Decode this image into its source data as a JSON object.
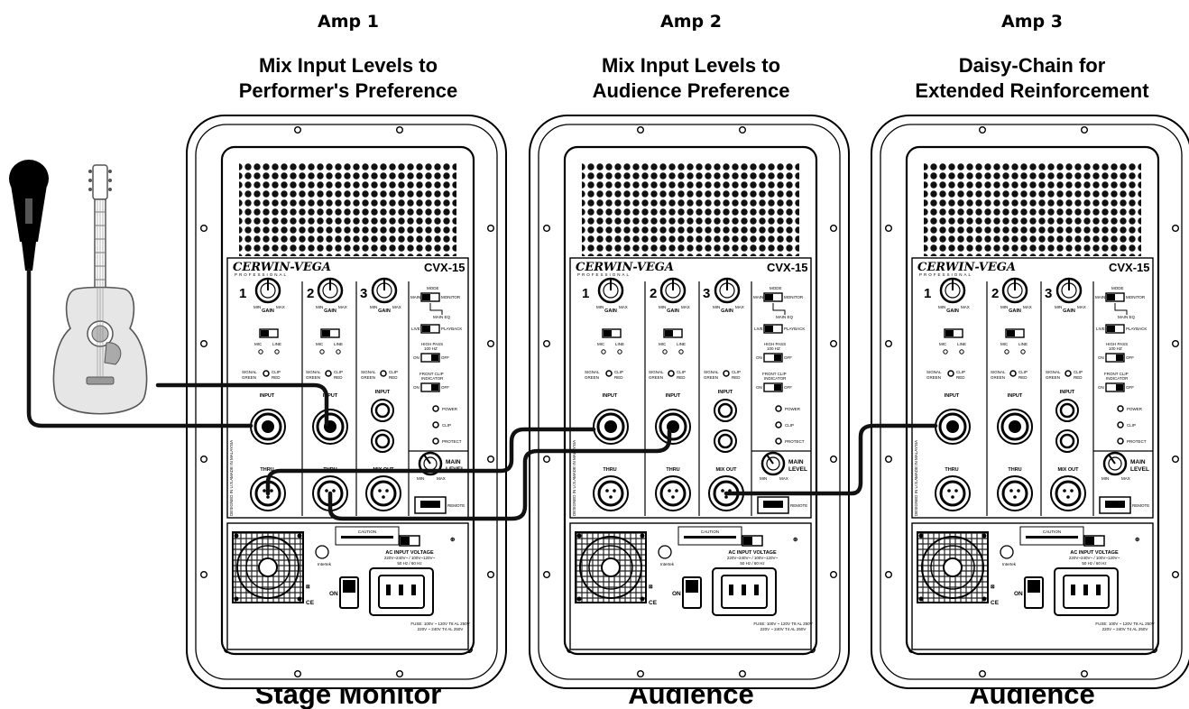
{
  "amps": [
    {
      "id": "amp1",
      "label": "Amp 1",
      "heading_line1": "Mix Input Levels to",
      "heading_line2": "Performer's Preference",
      "role": "Stage Monitor"
    },
    {
      "id": "amp2",
      "label": "Amp 2",
      "heading_line1": "Mix Input Levels to",
      "heading_line2": "Audience Preference",
      "role": "Audience"
    },
    {
      "id": "amp3",
      "label": "Amp 3",
      "heading_line1": "Daisy-Chain for",
      "heading_line2": "Extended Reinforcement",
      "role": "Audience"
    }
  ],
  "panel": {
    "brand": "CERWIN-VEGA",
    "brand_sub": "PROFESSIONAL",
    "model": "CVX-15",
    "channel_numbers": [
      "1",
      "2",
      "3"
    ],
    "gain": "GAIN",
    "min": "MIN",
    "max": "MAX",
    "mic": "MIC",
    "line": "LINE",
    "signal_green": [
      "SIGNAL",
      "GREEN"
    ],
    "clip_red": [
      "CLIP",
      "RED"
    ],
    "input": "INPUT",
    "thru": "THRU",
    "mix_out": "MIX OUT",
    "mode": "MODE",
    "main": "MAIN",
    "monitor": "MONITOR",
    "main_eq": "MAIN EQ",
    "live": "LIVE",
    "playback": "PLAYBACK",
    "high_pass": [
      "HIGH PASS",
      "100 HZ"
    ],
    "on": "ON",
    "off": "OFF",
    "front_clip": [
      "FRONT CLIP",
      "INDICATOR"
    ],
    "power": "POWER",
    "clip": "CLIP",
    "protect": "PROTECT",
    "main_level": [
      "MAIN",
      "LEVEL"
    ],
    "remote": "REMOTE",
    "caution": "CAUTION",
    "intertek": "Intertek",
    "ac_input_voltage": "AC INPUT VOLTAGE",
    "voltage_line": "220V~240V~ / 100V~120V~",
    "freq_line": "50 Hz / 60 Hz",
    "ce": "CE",
    "switch_on": "ON",
    "fuse_lines": [
      "FUSE: 100V ~ 120V T8 AL 250V",
      "220V ~ 240V T4 AL 250V"
    ],
    "designed_usa": "DESIGNED IN U.S.A.",
    "made_malaysia": "MADE IN MALAYSIA"
  },
  "colors": {
    "ink": "#000000",
    "background": "#ffffff",
    "grille": "#111111",
    "guitar_body": "#e6e6e6"
  },
  "icons": [
    "microphone-icon",
    "acoustic-guitar-icon",
    "xlr-combo-jack-icon",
    "cooling-fan-icon",
    "power-switch-icon",
    "iec-power-inlet-icon"
  ]
}
